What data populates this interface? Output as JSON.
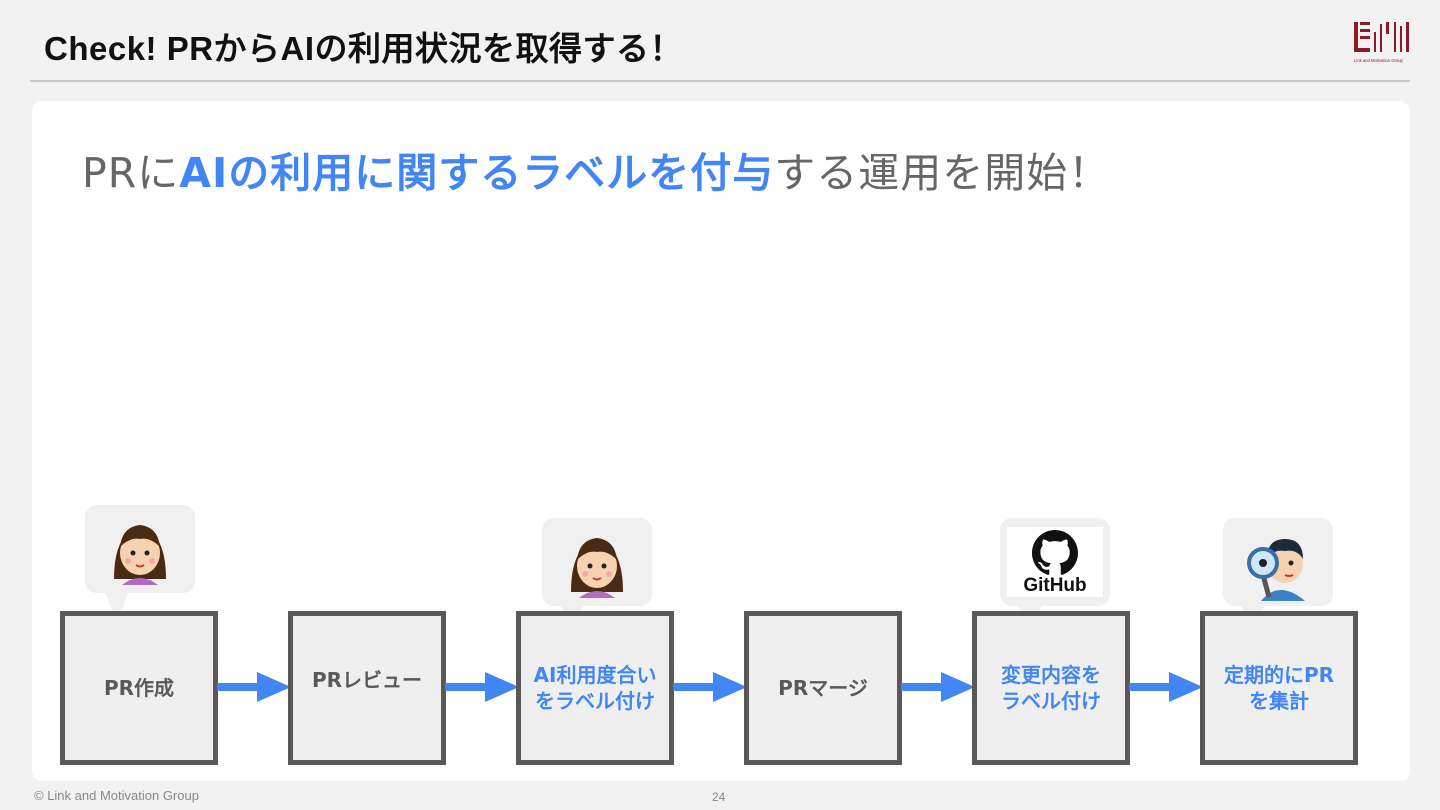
{
  "header": {
    "title": "Check! PRからAIの利用状況を取得する！",
    "logo_text": "Link and Motivation Group"
  },
  "headline": {
    "prefix": "PRに",
    "highlight": "AIの利用に関するラベルを付与",
    "suffix": "する運用を開始！"
  },
  "steps": [
    {
      "line1": "PR作成",
      "line2": ""
    },
    {
      "line1": "PRレビュー",
      "line2": ""
    },
    {
      "line1": "AI利用度合い",
      "line2": "をラベル付け"
    },
    {
      "line1": "PRマージ",
      "line2": ""
    },
    {
      "line1": "変更内容を",
      "line2": "ラベル付け"
    },
    {
      "line1": "定期的にPR",
      "line2": "を集計"
    }
  ],
  "bubbles": {
    "github_label": "GitHub"
  },
  "icons": [
    "developer-avatar-icon",
    "reviewer-avatar-icon",
    "github-icon",
    "magnifier-person-icon",
    "arrow-right-icon"
  ],
  "colors": {
    "accent": "#4285f4",
    "box_border": "#595959",
    "brand": "#8b1a2b"
  },
  "footer": {
    "copyright": "© Link and Motivation Group",
    "page": "24"
  }
}
